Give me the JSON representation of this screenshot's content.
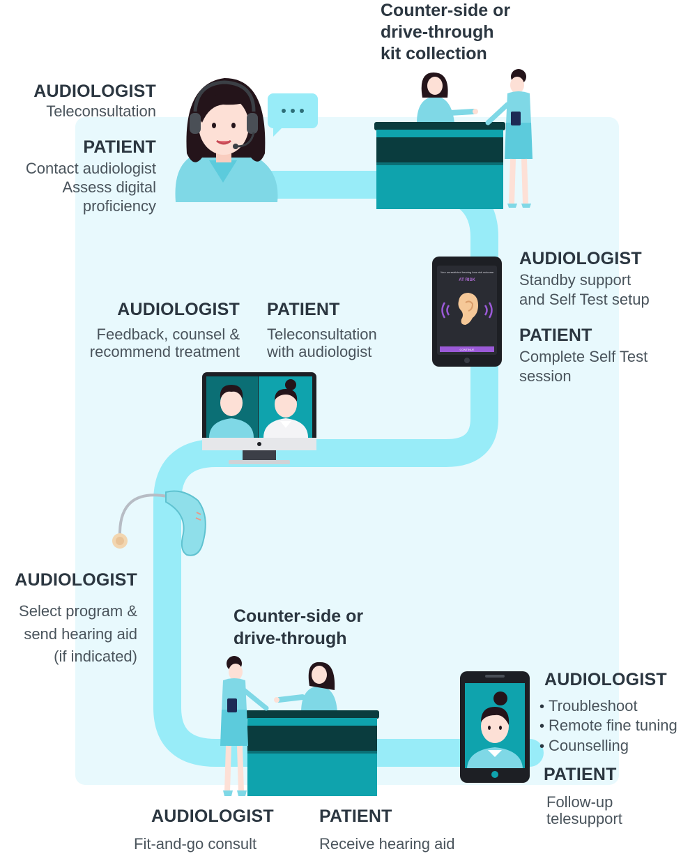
{
  "steps": {
    "teleconsult": {
      "audiologist_title": "AUDIOLOGIST",
      "audiologist_text": "Teleconsultation",
      "patient_title": "PATIENT",
      "patient_lines": [
        "Contact audiologist",
        "Assess digital",
        "proficiency"
      ]
    },
    "kit_collection": {
      "heading_lines": [
        "Counter-side or",
        "drive-through",
        "kit collection"
      ]
    },
    "self_test": {
      "audiologist_title": "AUDIOLOGIST",
      "audiologist_lines": [
        "Standby support",
        "and Self Test setup"
      ],
      "patient_title": "PATIENT",
      "patient_lines": [
        "Complete Self Test",
        "session"
      ],
      "phone_header": "Your unrestricted hearing loss risk outcome",
      "phone_status": "AT RISK",
      "phone_button": "CONTINUE"
    },
    "results": {
      "audiologist_title": "AUDIOLOGIST",
      "audiologist_lines": [
        "Feedback, counsel &",
        "recommend treatment"
      ],
      "patient_title": "PATIENT",
      "patient_lines": [
        "Teleconsultation",
        "with audiologist"
      ]
    },
    "program": {
      "audiologist_title": "AUDIOLOGIST",
      "audiologist_lines": [
        "Select program &",
        "send hearing aid",
        "(if indicated)"
      ]
    },
    "fitting": {
      "heading_lines": [
        "Counter-side or",
        "drive-through"
      ],
      "audiologist_title": "AUDIOLOGIST",
      "audiologist_text": "Fit-and-go consult",
      "patient_title": "PATIENT",
      "patient_text": "Receive hearing aid"
    },
    "followup": {
      "audiologist_title": "AUDIOLOGIST",
      "audiologist_items": [
        "Troubleshoot",
        "Remote fine tuning",
        "Counselling"
      ],
      "patient_title": "PATIENT",
      "patient_lines": [
        "Follow-up",
        "telesupport"
      ]
    }
  },
  "colors": {
    "background_panel": "#e8f9fd",
    "path": "#98ecf8",
    "teal": "#0fa3ad",
    "teal_dark": "#0b6f75",
    "deep": "#0a3c3e",
    "shirt": "#7fd8e6",
    "hair": "#24141a",
    "skin": "#fde0d6",
    "text_heading": "#2b3640",
    "text_body": "#4a545c"
  }
}
